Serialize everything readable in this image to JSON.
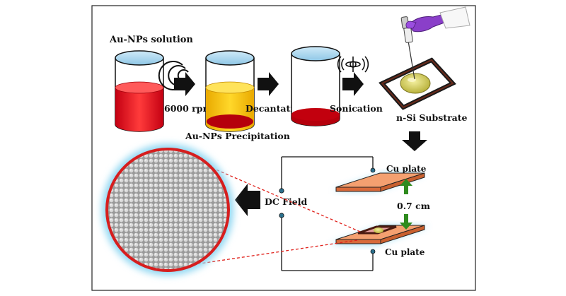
{
  "labels": {
    "solution": "Au-NPs solution",
    "rpm": "6000 rpm",
    "precipitation": "Au-NPs Precipitation",
    "decantation": "Decantation",
    "sonication": "Sonication",
    "substrate": "n-Si Substrate",
    "cu_plate_top": "Cu plate",
    "cu_plate_bottom": "Cu plate",
    "gap": "0.7 cm",
    "dc_field": "DC Field"
  },
  "colors": {
    "red_solution": "#e8151f",
    "yellow_solution": "#f2c20a",
    "dark_red": "#b5000c",
    "cu_plate": "#f08a5a",
    "arrow_black": "#111111",
    "dashed_red": "#e0201a",
    "green_arrow": "#2e8b1e",
    "glow": "#8fd7f2"
  },
  "icons": [
    "centrifuge-icon",
    "sonication-icon",
    "pipette-icon",
    "glove-icon"
  ]
}
